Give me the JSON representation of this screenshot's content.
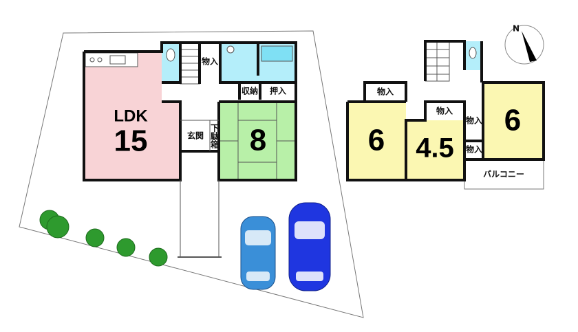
{
  "floor1": {
    "ldk_label": "LDK",
    "ldk_size": "15",
    "washitsu_size": "8",
    "storage": "物入",
    "closet": "収納",
    "oshiire": "押入",
    "entrance": "玄関",
    "shoe_box": "下駄箱"
  },
  "floor2": {
    "room_left_size": "6",
    "room_middle_size": "4.5",
    "room_right_size": "6",
    "storage": "物入",
    "balcony": "バルコニー"
  },
  "compass": {
    "label": "N"
  },
  "colors": {
    "ldk": "#f8d3d6",
    "wet": "#b4eefa",
    "washitsu": "#b8f0a8",
    "bedroom": "#fbf7b2",
    "car1": "#3a8fd8",
    "car2": "#1f36e0",
    "tree": "#2e9a2e"
  }
}
